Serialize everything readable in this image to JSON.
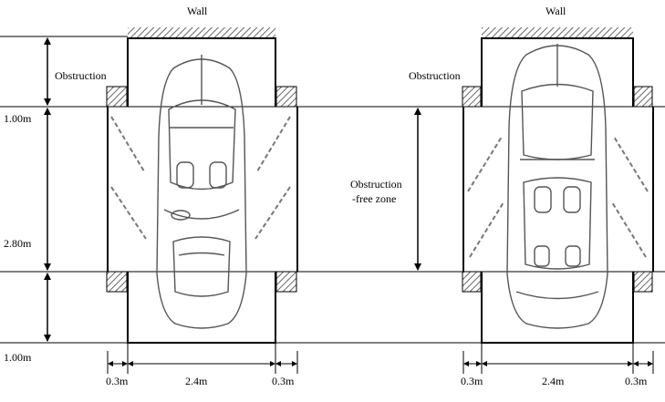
{
  "labels": {
    "wall": "Wall",
    "obstruction": "Obstruction",
    "obstruction_free_line1": "Obstruction",
    "obstruction_free_line2": "-free zone",
    "dim_1m_top": "1.00m",
    "dim_280": "2.80m",
    "dim_1m_bottom": "1.00m",
    "dim_03_left": "0.3m",
    "dim_24": "2.4m",
    "dim_03_right": "0.3m"
  },
  "colors": {
    "line": "#000000",
    "car": "#555555",
    "hatch": "#666666",
    "dashed_door": "#777777"
  },
  "icons": {
    "car_left": "car-top-view-icon",
    "car_right": "car-top-view-icon"
  }
}
